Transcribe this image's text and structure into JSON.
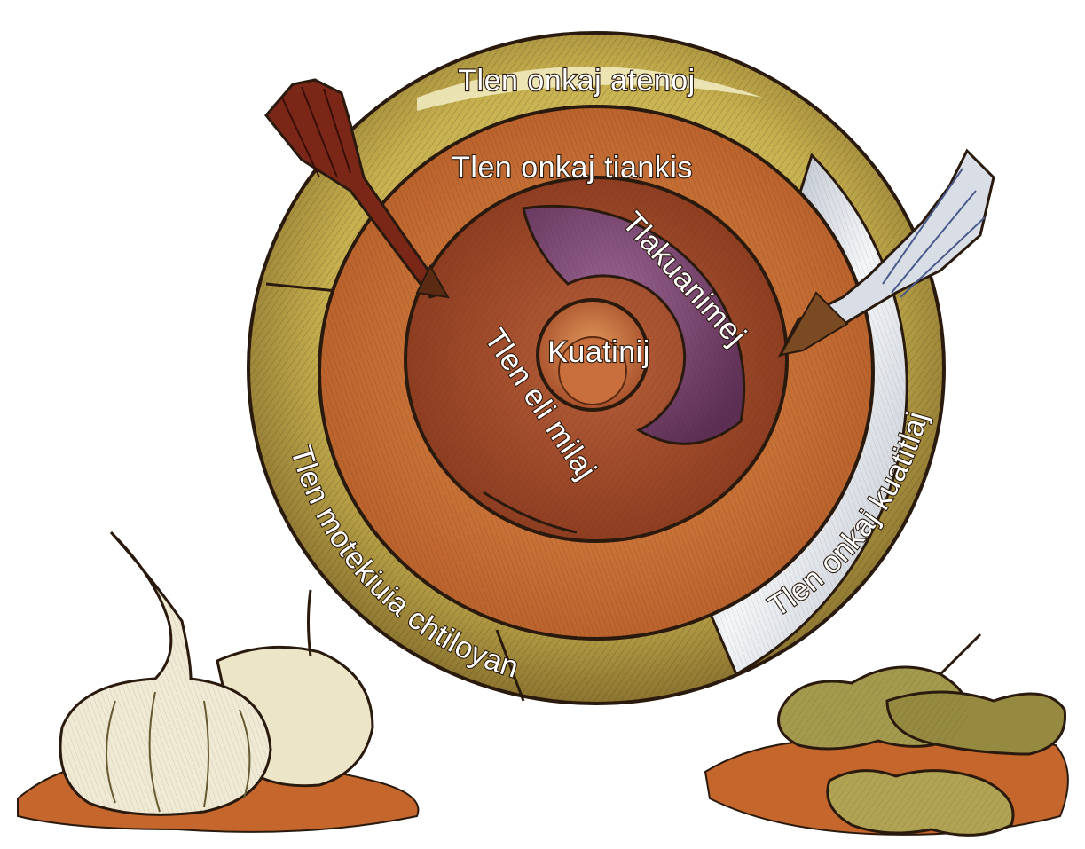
{
  "diagram": {
    "labels": {
      "outer_top": "Tlen onkaj atenoj",
      "second_ring": "Tlen onkaj tiankis",
      "inner_purple": "Tlakuanimej",
      "center": "Kuatinij",
      "inner_left": "Tlen eli milaj",
      "outer_left": "Tlen motekiuia chtiloyan",
      "outer_right": "Tlen onkaj kuatitlaj"
    },
    "colors": {
      "outer_ring": "#b9a24a",
      "outer_ring_light": "#e6dc8c",
      "outer_ring_right": "#e8eef2",
      "second_ring": "#cc7a3c",
      "third_ring": "#a8502c",
      "purple_sector": "#7e4770",
      "center": "#c06a3c",
      "outline": "#2a1a0e",
      "ground": "#c5662c"
    },
    "illustrations": [
      "arrow-left-icon",
      "arrow-right-icon",
      "garlic-icon",
      "peanut-icon"
    ]
  }
}
